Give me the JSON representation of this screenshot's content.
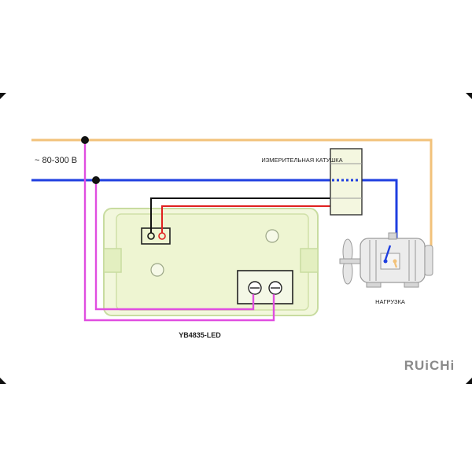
{
  "supply_label": "~ 80-300 В",
  "coil_label": "ИЗМЕРИТЕЛЬНАЯ КАТУШКА",
  "load_label": "НАГРУЗКА",
  "meter_label": "YB4835-LED",
  "brand": "RUiCHi",
  "colors": {
    "phase_wire": "#f2c27a",
    "neutral_wire": "#1f3fe0",
    "signal_wire": "#e04ee0",
    "sense_black": "#111111",
    "sense_red": "#e02020",
    "meter_body": "#eef5d2",
    "meter_frame": "#c8dca0",
    "node": "#111111"
  }
}
